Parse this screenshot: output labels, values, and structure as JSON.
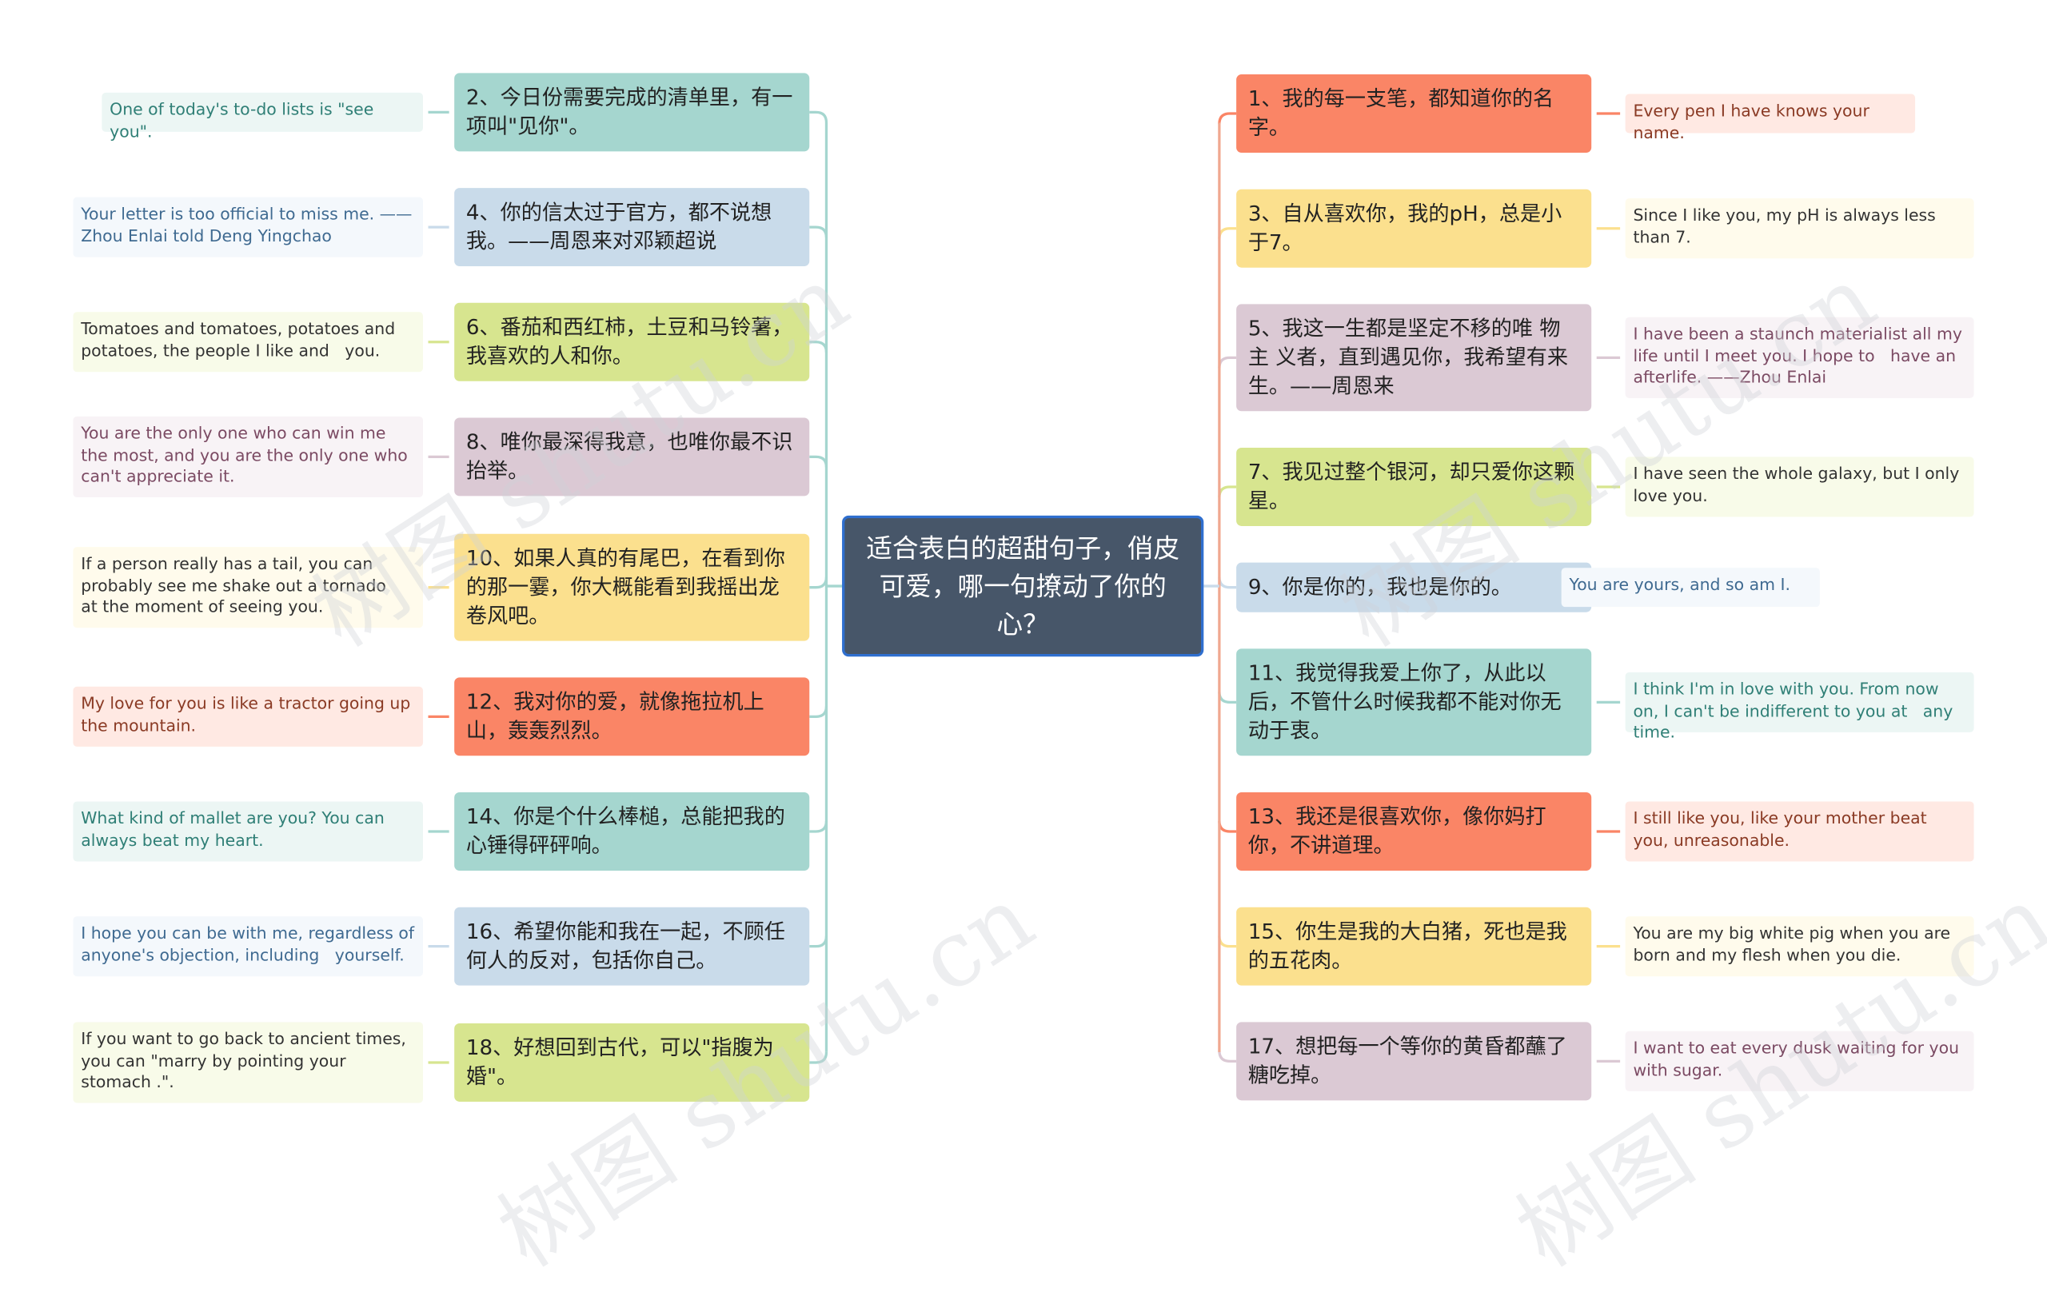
{
  "root": {
    "text": "适合表白的超甜句子，俏皮可爱，哪一句撩动了你的心？"
  },
  "left": [
    {
      "topic": "2、今日份需要完成的清单里，有一项叫\"见你\"。",
      "leaf": "One of today's to-do lists is \"see you\".",
      "color": "#a5d6cf",
      "leaf_bg": "#ecf6f4",
      "leaf_fg": "#2f7f76"
    },
    {
      "topic": "4、你的信太过于官方，都不说想我。——周恩来对邓颖超说",
      "leaf": "Your letter is too official to miss me. —— Zhou Enlai told Deng Yingchao",
      "color": "#c9dbea",
      "leaf_bg": "#f4f8fc",
      "leaf_fg": "#3f6a91"
    },
    {
      "topic": "6、番茄和西红柿，土豆和马铃薯，我喜欢的人和你。",
      "leaf": "Tomatoes and tomatoes, potatoes and potatoes, the people I like and   you.",
      "color": "#d7e58f",
      "leaf_bg": "#f8fbe9",
      "leaf_fg": "#333333"
    },
    {
      "topic": "8、唯你最深得我意，也唯你最不识抬举。",
      "leaf": "You are the only one who can win me the most, and you are the only one who   can't appreciate it.",
      "color": "#dbc9d4",
      "leaf_bg": "#f8f3f6",
      "leaf_fg": "#7b4a63"
    },
    {
      "topic": "10、如果人真的有尾巴，在看到你的那一霎，你大概能看到我摇出龙卷风吧。",
      "leaf": "If a person really has a tail, you can probably see me shake out a tornado   at the moment of seeing you.",
      "color": "#fbe08e",
      "leaf_bg": "#fffbec",
      "leaf_fg": "#333333"
    },
    {
      "topic": "12、我对你的爱，就像拖拉机上山，轰轰烈烈。",
      "leaf": "My love for you is like a tractor going up the mountain.",
      "color": "#fa8566",
      "leaf_bg": "#ffe9e3",
      "leaf_fg": "#8a3a24"
    },
    {
      "topic": "14、你是个什么棒槌，总能把我的心锤得砰砰响。",
      "leaf": "What kind of mallet are you? You can always beat my heart.",
      "color": "#a5d6cf",
      "leaf_bg": "#ecf6f4",
      "leaf_fg": "#2f7f76"
    },
    {
      "topic": "16、希望你能和我在一起，不顾任何人的反对，包括你自己。",
      "leaf": "I hope you can be with me, regardless of anyone's objection, including   yourself.",
      "color": "#c9dbea",
      "leaf_bg": "#f4f8fc",
      "leaf_fg": "#3f6a91"
    },
    {
      "topic": "18、好想回到古代，可以\"指腹为婚\"。",
      "leaf": "If you want to go back to ancient times, you can \"marry by pointing your   stomach .\".",
      "color": "#d7e58f",
      "leaf_bg": "#f8fbe9",
      "leaf_fg": "#333333"
    }
  ],
  "right": [
    {
      "topic": "1、我的每一支笔，都知道你的名字。",
      "leaf": "Every pen I have knows your name.",
      "color": "#fa8566",
      "leaf_bg": "#ffe9e3",
      "leaf_fg": "#8a3a24"
    },
    {
      "topic": "3、自从喜欢你，我的pH，总是小于7。",
      "leaf": "Since I like you, my pH is always less than 7.",
      "color": "#fbe08e",
      "leaf_bg": "#fffbec",
      "leaf_fg": "#333333"
    },
    {
      "topic": "5、我这一生都是坚定不移的唯 物主 义者，直到遇见你，我希望有来生。——周恩来",
      "leaf": "I have been a staunch materialist all my life until I meet you. I hope to   have an afterlife. ——Zhou Enlai",
      "color": "#dbc9d4",
      "leaf_bg": "#f8f3f6",
      "leaf_fg": "#7b4a63"
    },
    {
      "topic": "7、我见过整个银河，却只爱你这颗星。",
      "leaf": "I have seen the whole galaxy, but I only love you.",
      "color": "#d7e58f",
      "leaf_bg": "#f8fbe9",
      "leaf_fg": "#333333"
    },
    {
      "topic": "9、你是你的，我也是你的。",
      "leaf": "You are yours, and so am I.",
      "color": "#c9dbea",
      "leaf_bg": "#f4f8fc",
      "leaf_fg": "#3f6a91"
    },
    {
      "topic": "11、我觉得我爱上你了，从此以后，不管什么时候我都不能对你无动于衷。",
      "leaf": "I think I'm in love with you. From now on, I can't be indifferent to you at   any time.",
      "color": "#a5d6cf",
      "leaf_bg": "#ecf6f4",
      "leaf_fg": "#2f7f76"
    },
    {
      "topic": "13、我还是很喜欢你，像你妈打你，不讲道理。",
      "leaf": "I still like you, like your mother beat you, unreasonable.",
      "color": "#fa8566",
      "leaf_bg": "#ffe9e3",
      "leaf_fg": "#8a3a24"
    },
    {
      "topic": "15、你生是我的大白猪，死也是我的五花肉。",
      "leaf": "You are my big white pig when you are born and my flesh when you die.",
      "color": "#fbe08e",
      "leaf_bg": "#fffbec",
      "leaf_fg": "#333333"
    },
    {
      "topic": "17、想把每一个等你的黄昏都蘸了糖吃掉。",
      "leaf": "I want to eat every dusk waiting for you with sugar.",
      "color": "#dbc9d4",
      "leaf_bg": "#f8f3f6",
      "leaf_fg": "#7b4a63"
    }
  ],
  "watermark": "树图 shutu.cn"
}
